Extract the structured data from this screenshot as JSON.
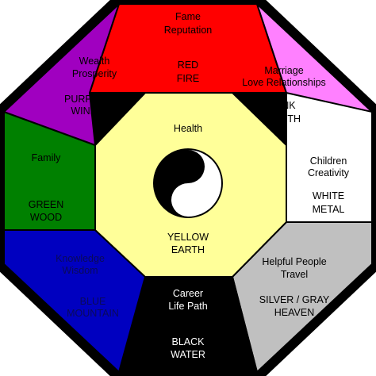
{
  "bagua": {
    "fame": {
      "line1": "Fame",
      "line2": "Reputation",
      "color_line": "RED",
      "element_line": "FIRE",
      "fill": "#ff0000"
    },
    "marriage": {
      "line1": "Marriage",
      "line2": "Love Relationships",
      "color_line": "PINK",
      "element_line": "EARTH",
      "fill": "#ff80ff"
    },
    "children": {
      "line1": "Children",
      "line2": "Creativity",
      "color_line": "WHITE",
      "element_line": "METAL",
      "fill": "#ffffff"
    },
    "helpful": {
      "line1": "Helpful People",
      "line2": "Travel",
      "color_line": "SILVER / GRAY",
      "element_line": "HEAVEN",
      "fill": "#c0c0c0"
    },
    "career": {
      "line1": "Career",
      "line2": "Life Path",
      "color_line": "BLACK",
      "element_line": "WATER",
      "fill": "#000000"
    },
    "knowledge": {
      "line1": "Knowledge",
      "line2": "Wisdom",
      "color_line": "BLUE",
      "element_line": "MOUNTAIN",
      "fill": "#0000c0"
    },
    "family": {
      "line1": "Family",
      "color_line": "GREEN",
      "element_line": "WOOD",
      "fill": "#008000"
    },
    "wealth": {
      "line1": "Wealth",
      "line2": "Prosperity",
      "color_line": "PURPLE",
      "element_line": "WIND",
      "fill": "#a000c0"
    },
    "center": {
      "line1": "Health",
      "color_line": "YELLOW",
      "element_line": "EARTH",
      "fill": "#ffff99"
    }
  },
  "colors": {
    "outline": "#000000",
    "yin": "#000000",
    "yang": "#ffffff"
  },
  "icon": "yin-yang-icon"
}
